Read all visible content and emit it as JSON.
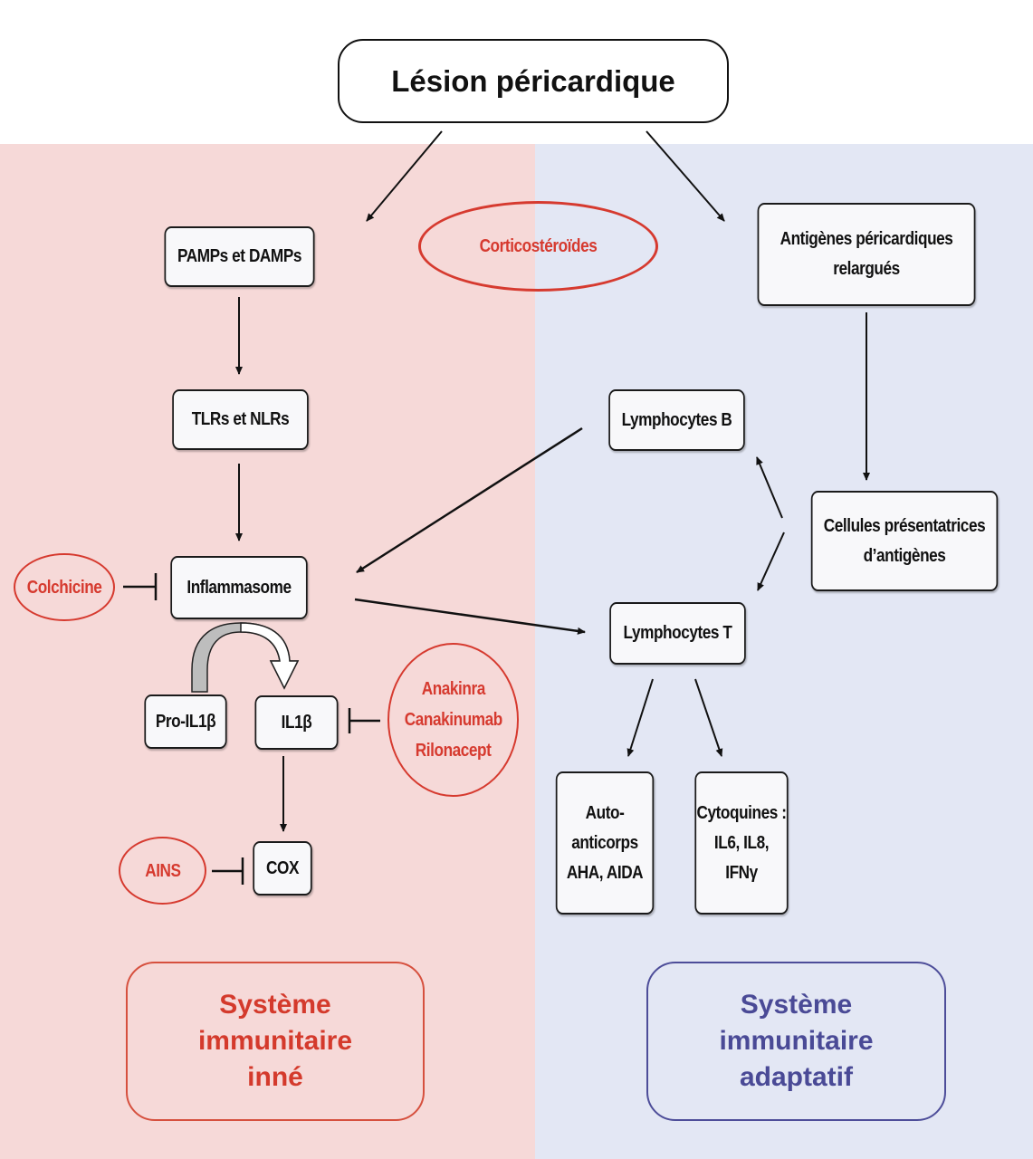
{
  "title": "Lésion péricardique",
  "colors": {
    "innate_bg": "#f6d9d8",
    "adaptive_bg": "#e3e7f4",
    "drug_red": "#d63a2f",
    "innate_label": "#d43a2c",
    "adaptive_label": "#4a4a96"
  },
  "innate": {
    "pamps": "PAMPs et DAMPs",
    "tlrs": "TLRs et NLRs",
    "inflammasome": "Inflammasome",
    "pro_il1b": "Pro-IL1β",
    "il1b": "IL1β",
    "cox": "COX",
    "system_label": [
      "Système",
      "immunitaire",
      "inné"
    ]
  },
  "adaptive": {
    "antigens": [
      "Antigènes péricardiques",
      "relargués"
    ],
    "lymph_b": "Lymphocytes B",
    "apc": [
      "Cellules présentatrices",
      "d’antigènes"
    ],
    "lymph_t": "Lymphocytes T",
    "autoantibodies": [
      "Auto-",
      "anticorps",
      "AHA, AIDA"
    ],
    "cytokines": [
      "Cytoquines :",
      "IL6, IL8,",
      "IFNγ"
    ],
    "system_label": [
      "Système",
      "immunitaire",
      "adaptatif"
    ]
  },
  "drugs": {
    "corticosteroids": "Corticostéroïdes",
    "colchicine": "Colchicine",
    "il1_inhibitors": [
      "Anakinra",
      "Canakinumab",
      "Rilonacept"
    ],
    "nsaids": "AINS"
  },
  "edges": [
    {
      "from": "Lésion péricardique",
      "to": "PAMPs et DAMPs",
      "type": "activation"
    },
    {
      "from": "Lésion péricardique",
      "to": "Antigènes péricardiques relargués",
      "type": "activation"
    },
    {
      "from": "PAMPs et DAMPs",
      "to": "TLRs et NLRs",
      "type": "activation"
    },
    {
      "from": "TLRs et NLRs",
      "to": "Inflammasome",
      "type": "activation"
    },
    {
      "from": "Colchicine",
      "to": "Inflammasome",
      "type": "inhibition"
    },
    {
      "from": "Pro-IL1β",
      "to": "IL1β",
      "type": "conversion"
    },
    {
      "from": "Anakinra/Canakinumab/Rilonacept",
      "to": "IL1β",
      "type": "inhibition"
    },
    {
      "from": "IL1β",
      "to": "COX",
      "type": "activation"
    },
    {
      "from": "AINS",
      "to": "COX",
      "type": "inhibition"
    },
    {
      "from": "Antigènes péricardiques relargués",
      "to": "Cellules présentatrices d’antigènes",
      "type": "activation"
    },
    {
      "from": "Cellules présentatrices d’antigènes",
      "to": "Lymphocytes B",
      "type": "activation"
    },
    {
      "from": "Cellules présentatrices d’antigènes",
      "to": "Lymphocytes T",
      "type": "activation"
    },
    {
      "from": "Lymphocytes B",
      "to": "Inflammasome",
      "type": "activation"
    },
    {
      "from": "Inflammasome",
      "to": "Lymphocytes T",
      "type": "activation"
    },
    {
      "from": "Lymphocytes T",
      "to": "Auto-anticorps AHA, AIDA",
      "type": "activation"
    },
    {
      "from": "Lymphocytes T",
      "to": "Cytoquines : IL6, IL8, IFNγ",
      "type": "activation"
    }
  ]
}
